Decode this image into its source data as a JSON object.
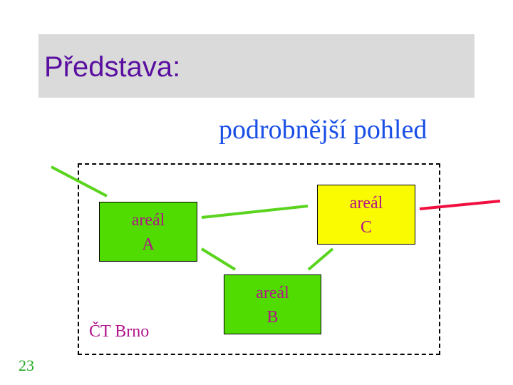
{
  "title": "Představa:",
  "subtitle": "podrobnější pohled",
  "areals": [
    {
      "label": "areál",
      "id": "A",
      "color": "#50dc00"
    },
    {
      "label": "areál",
      "id": "B",
      "color": "#50dc00"
    },
    {
      "label": "areál",
      "id": "C",
      "color": "#fafa00"
    }
  ],
  "location": "ČT Brno",
  "page_number": "23",
  "colors": {
    "link_ok": "#5ad41e",
    "link_bad": "#f01040"
  }
}
